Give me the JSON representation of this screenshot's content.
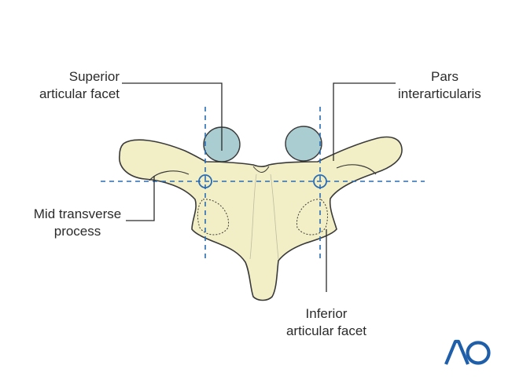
{
  "labels": {
    "superior_line1": "Superior",
    "superior_line2": "articular facet",
    "pars_line1": "Pars",
    "pars_line2": "interarticularis",
    "mid_line1": "Mid transverse",
    "mid_line2": "process",
    "inferior_line1": "Inferior",
    "inferior_line2": "articular facet"
  },
  "logo": {
    "text": "AO"
  },
  "colors": {
    "bone_fill": "#f2efc6",
    "bone_outline": "#3a3a3a",
    "facet_fill": "#a9cdd0",
    "guide_line": "#2a6db5",
    "leader_line": "#2b2b2b",
    "logo": "#1f5ea8"
  }
}
